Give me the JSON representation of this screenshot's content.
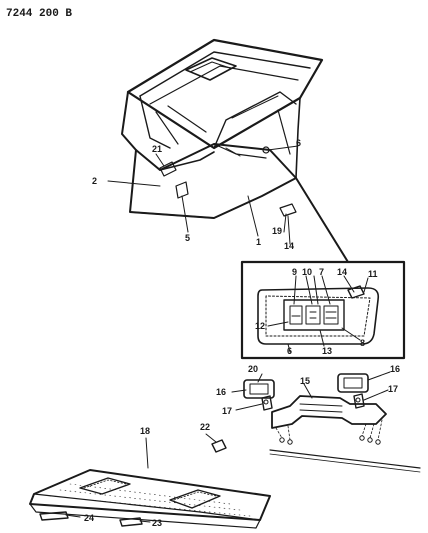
{
  "diagram": {
    "drawing_number": "7244 200 B",
    "callouts": {
      "c1": "1",
      "c2": "2",
      "c5": "5",
      "c6": "6",
      "c14": "14",
      "c19": "19",
      "c21": "21",
      "d6": "6",
      "d7": "7",
      "d8": "8",
      "d9": "9",
      "d10": "10",
      "d11": "11",
      "d12": "12",
      "d13": "13",
      "d14": "14",
      "c15": "15",
      "c16a": "16",
      "c16b": "16",
      "c17a": "17",
      "c17b": "17",
      "c18": "18",
      "c20": "20",
      "c22": "22",
      "c23": "23",
      "c24": "24"
    },
    "colors": {
      "ink": "#1a1a1a",
      "paper": "#ffffff"
    }
  }
}
